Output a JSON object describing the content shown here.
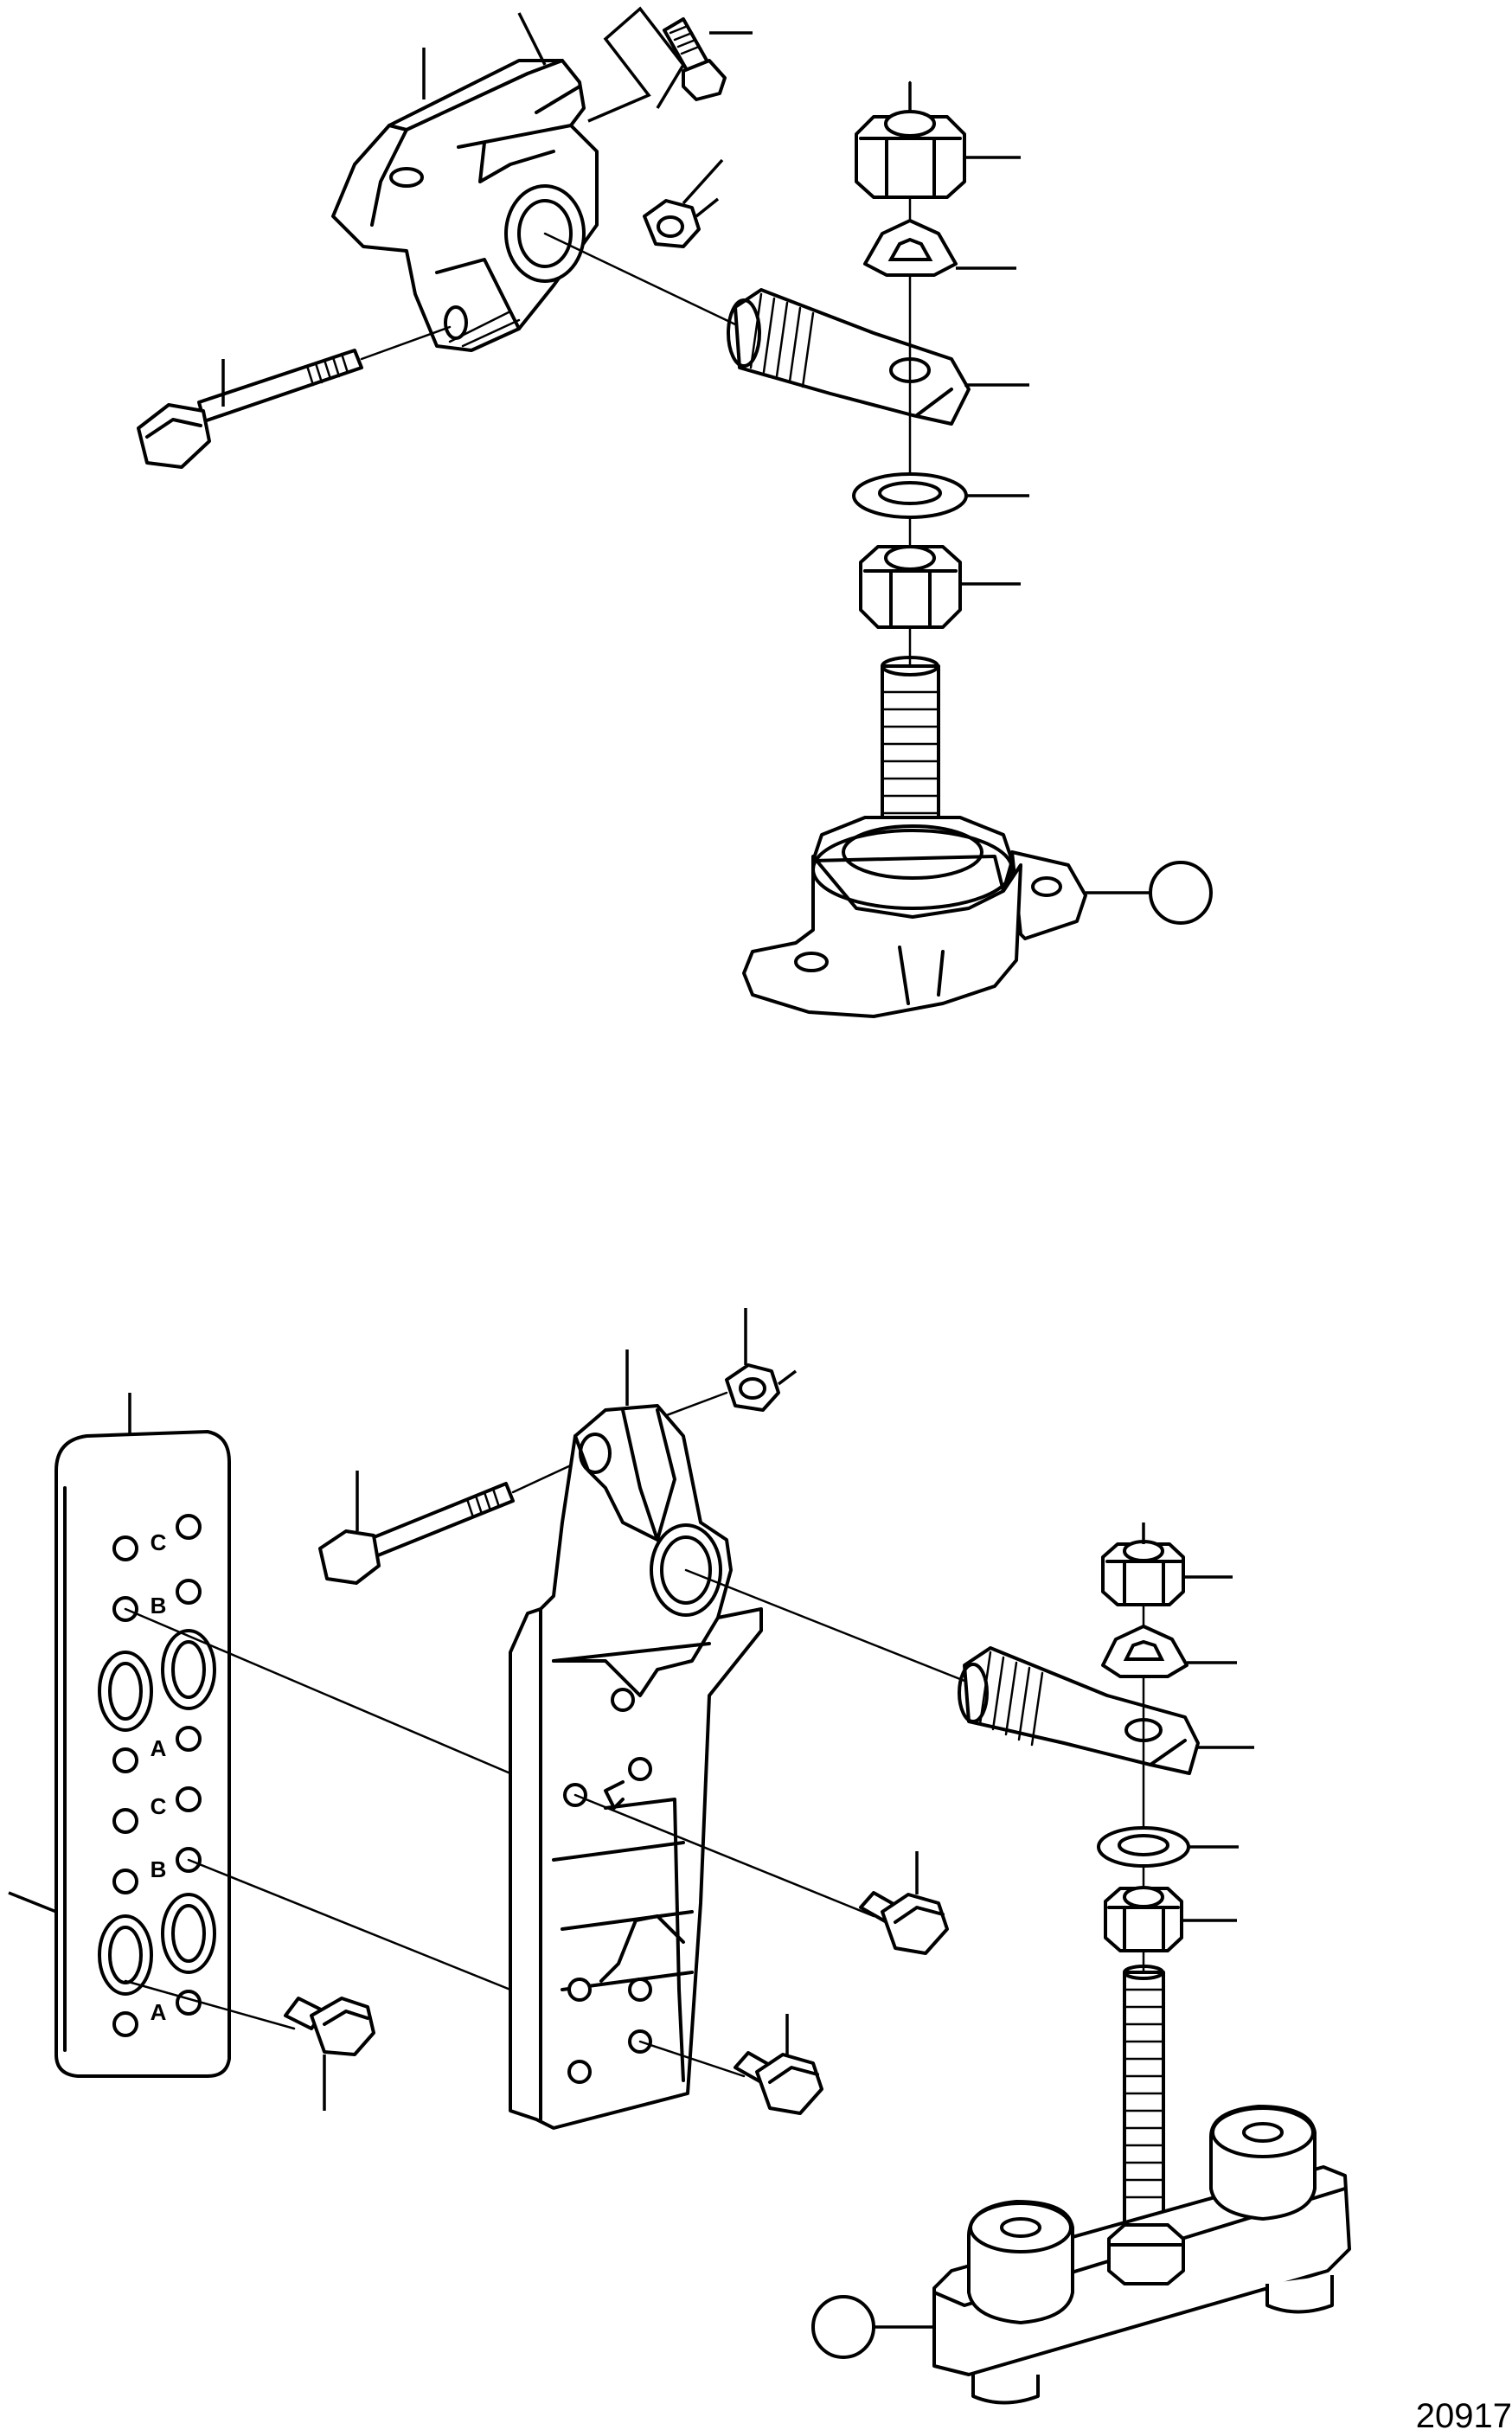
{
  "figure": {
    "number": "20917",
    "plate_labels": [
      "C",
      "B",
      "A",
      "C",
      "B",
      "A"
    ]
  },
  "callouts": {
    "top_bubble": "",
    "bottom_bubble": ""
  },
  "colors": {
    "line": "#000000",
    "background": "#ffffff"
  }
}
